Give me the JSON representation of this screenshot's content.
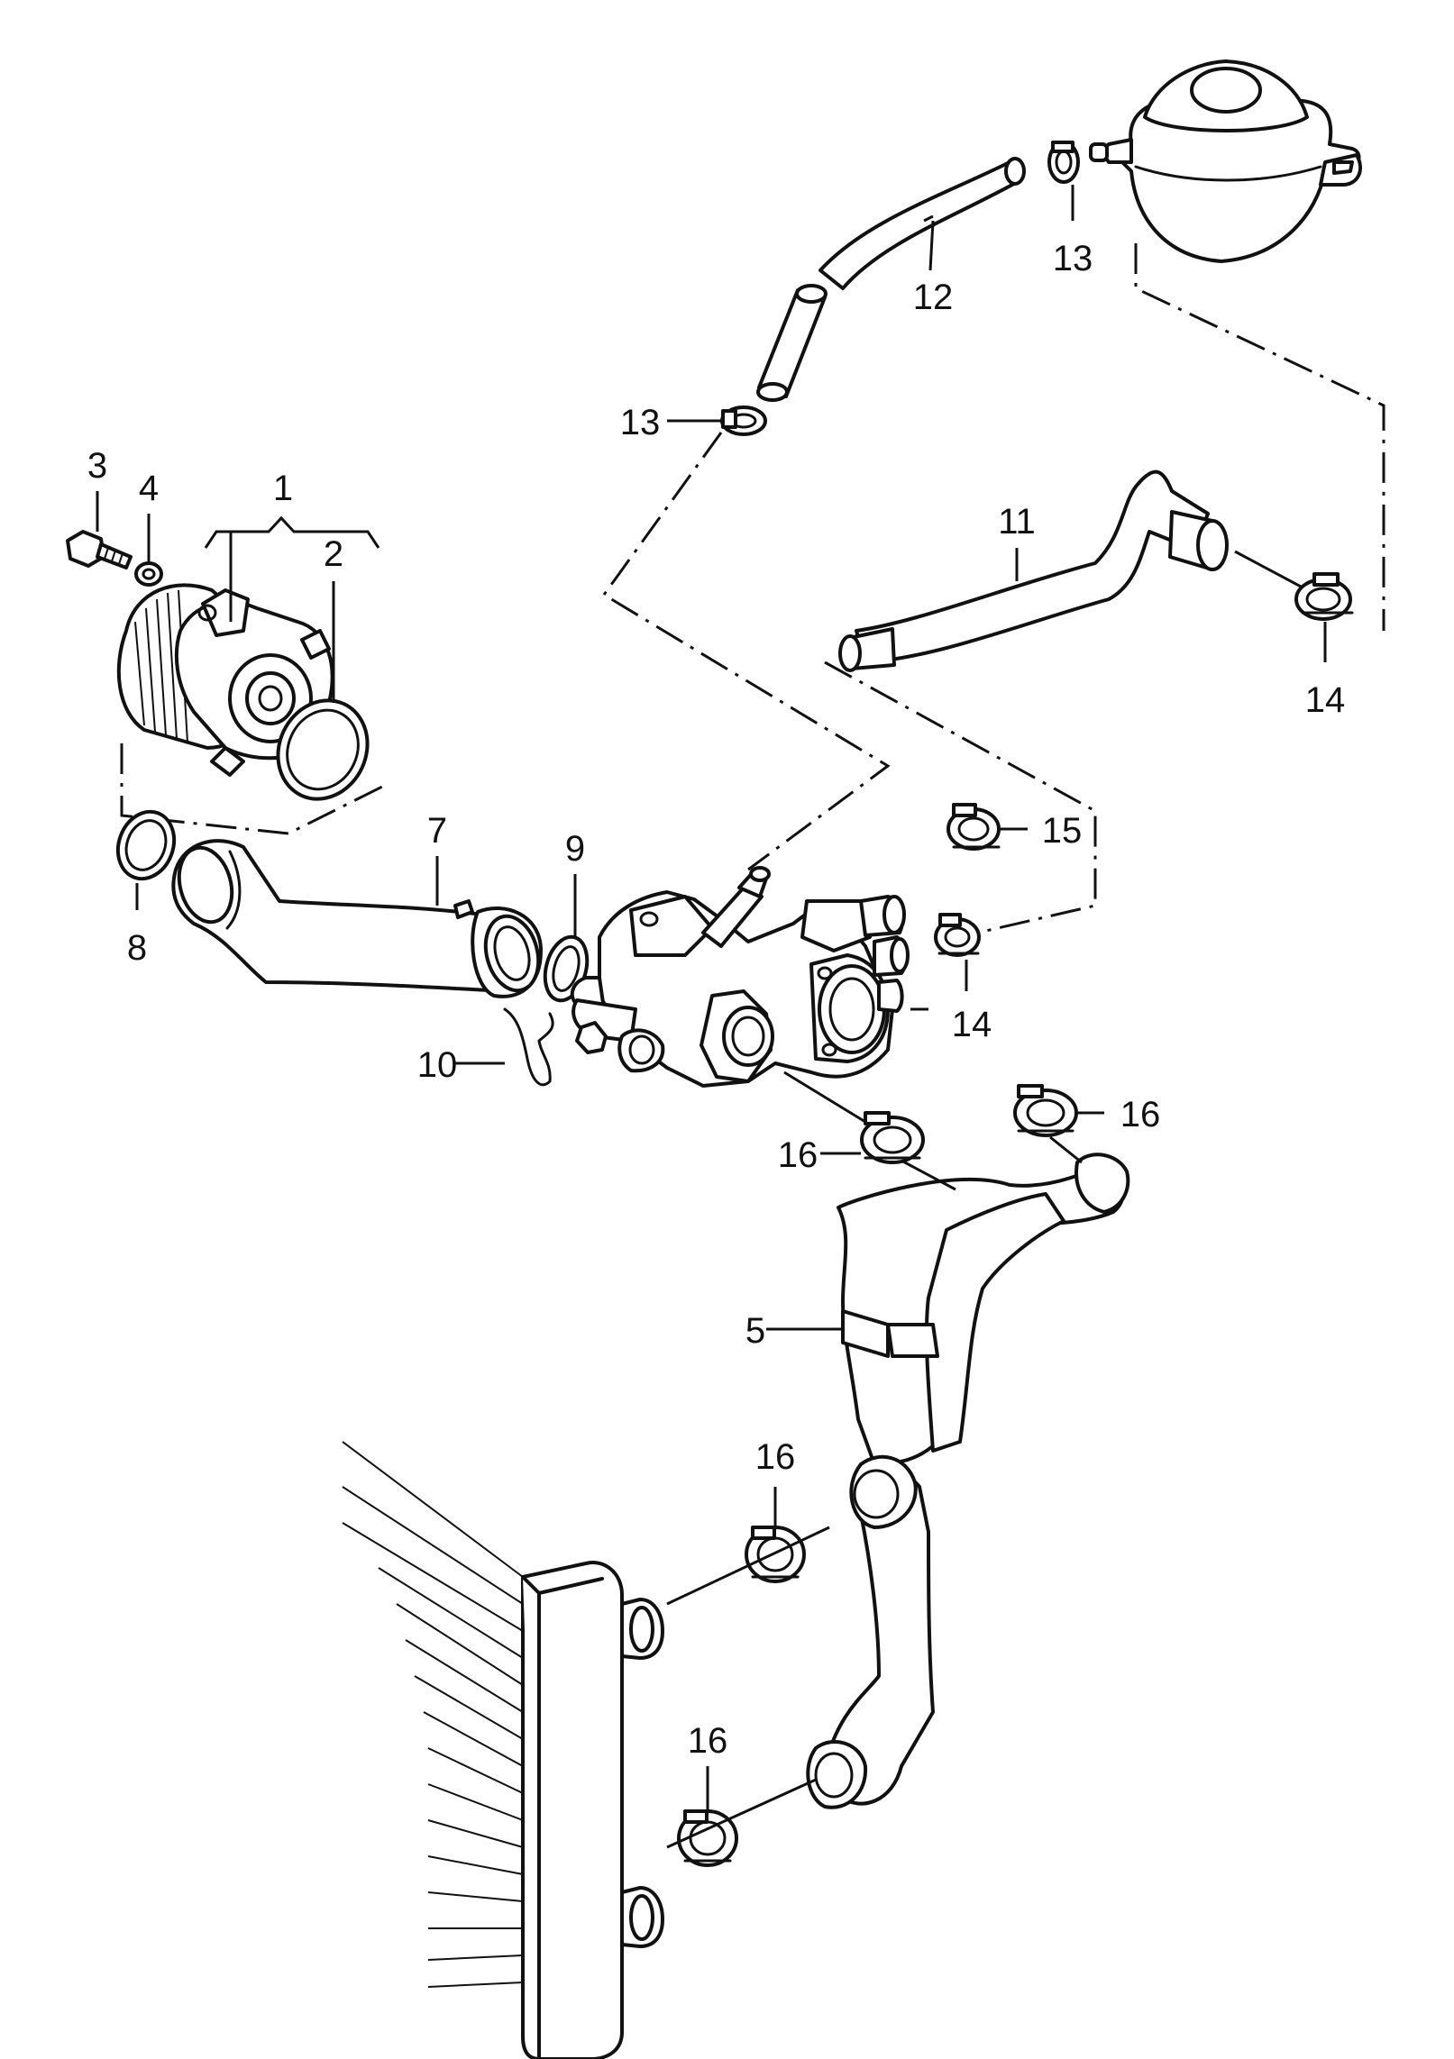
{
  "callouts": [
    {
      "id": "c1",
      "label": "1"
    },
    {
      "id": "c2",
      "label": "2"
    },
    {
      "id": "c3",
      "label": "3"
    },
    {
      "id": "c4",
      "label": "4"
    },
    {
      "id": "c5",
      "label": "5"
    },
    {
      "id": "c7",
      "label": "7"
    },
    {
      "id": "c8",
      "label": "8"
    },
    {
      "id": "c9",
      "label": "9"
    },
    {
      "id": "c10",
      "label": "10"
    },
    {
      "id": "c11",
      "label": "11"
    },
    {
      "id": "c12",
      "label": "12"
    },
    {
      "id": "c13a",
      "label": "13"
    },
    {
      "id": "c13b",
      "label": "13"
    },
    {
      "id": "c14a",
      "label": "14"
    },
    {
      "id": "c14b",
      "label": "14"
    },
    {
      "id": "c15",
      "label": "15"
    },
    {
      "id": "c16a",
      "label": "16"
    },
    {
      "id": "c16b",
      "label": "16"
    },
    {
      "id": "c16c",
      "label": "16"
    },
    {
      "id": "c16d",
      "label": "16"
    }
  ]
}
